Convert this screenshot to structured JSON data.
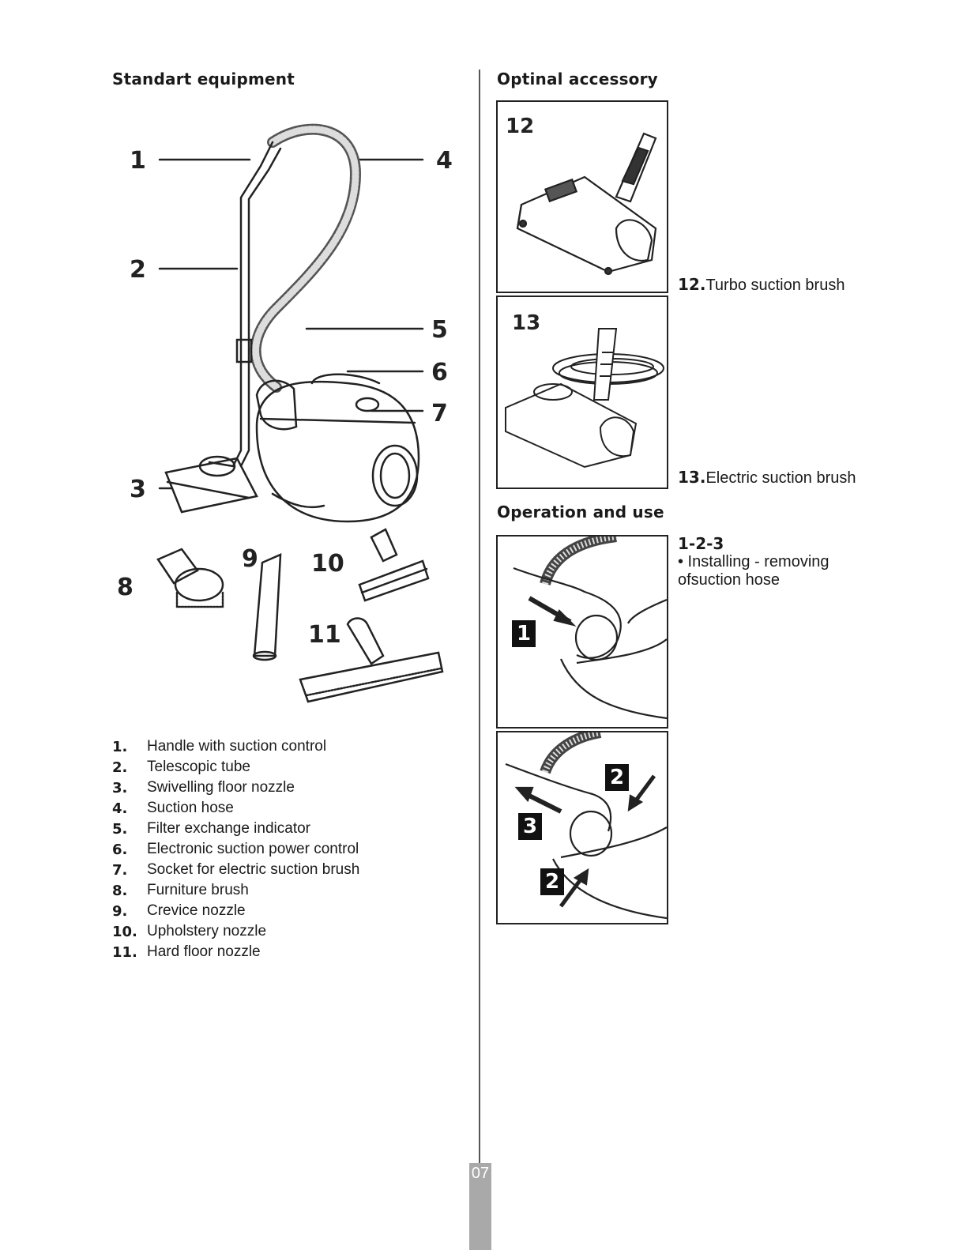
{
  "left": {
    "heading": "Standart equipment",
    "callouts": [
      "1",
      "2",
      "3",
      "4",
      "5",
      "6",
      "7",
      "8",
      "9",
      "10",
      "11"
    ],
    "legend": [
      {
        "num": "1.",
        "text": "Handle with suction control"
      },
      {
        "num": "2.",
        "text": "Telescopic tube"
      },
      {
        "num": "3.",
        "text": "Swivelling floor nozzle"
      },
      {
        "num": "4.",
        "text": "Suction hose"
      },
      {
        "num": "5.",
        "text": "Filter exchange indicator"
      },
      {
        "num": "6.",
        "text": "Electronic suction power control"
      },
      {
        "num": "7.",
        "text": "Socket for electric suction brush"
      },
      {
        "num": "8.",
        "text": "Furniture brush"
      },
      {
        "num": "9.",
        "text": "Crevice nozzle"
      },
      {
        "num": "10.",
        "text": "Upholstery nozzle"
      },
      {
        "num": "11.",
        "text": "Hard floor nozzle"
      }
    ]
  },
  "right": {
    "heading": "Optinal accessory",
    "panels": [
      {
        "num": "12",
        "caption_num": "12.",
        "caption_text": "Turbo suction brush"
      },
      {
        "num": "13",
        "caption_num": "13.",
        "caption_text": "Electric suction brush"
      }
    ],
    "operation": {
      "heading": "Operation and use",
      "step_title": "1-2-3",
      "step_line1": "• Installing - removing",
      "step_line2": "ofsuction hose",
      "labels": [
        "1",
        "2",
        "3",
        "2"
      ]
    }
  },
  "page_number": "07"
}
